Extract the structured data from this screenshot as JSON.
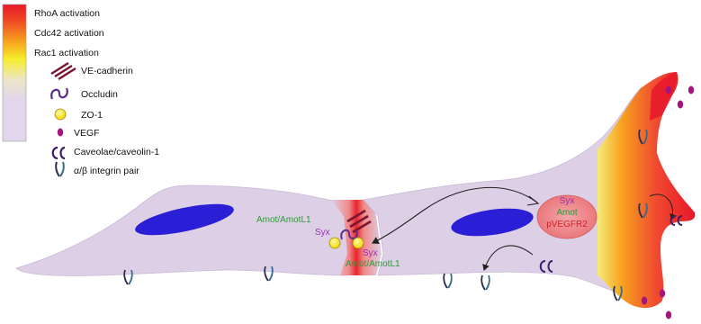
{
  "legend": {
    "gradient_items": [
      {
        "label": "RhoA activation"
      },
      {
        "label": "Cdc42 activation"
      },
      {
        "label": "Rac1 activation"
      }
    ],
    "items": [
      {
        "icon": "ve-cadherin-icon",
        "label": "VE-cadherin"
      },
      {
        "icon": "occludin-icon",
        "label": "Occludin"
      },
      {
        "icon": "zo-1-icon",
        "label": "ZO-1"
      },
      {
        "icon": "vegf-icon",
        "label": "VEGF"
      },
      {
        "icon": "caveolae-icon",
        "label": "Caveolae/caveolin-1"
      },
      {
        "icon": "integrin-icon",
        "label": "α/β integrin pair"
      }
    ]
  },
  "junction_labels": {
    "upper": "Amot/AmotL1",
    "upper_syx": "Syx",
    "lower_syx": "Syx",
    "lower": "Amot/AmotL1"
  },
  "complex": {
    "syx": "Syx",
    "amot": "Amot",
    "pvegfr2": "pVEGFR2"
  },
  "colors": {
    "cell_body": "#ddd0e6",
    "nucleus": "#2a1fd6",
    "rhoa": "#e8182a",
    "cdc42": "#f7a21e",
    "rac1": "#f6ee2c",
    "neutral": "#e2d6ec",
    "syx_text": "#9b2fb3",
    "amot_text": "#2e9a3a",
    "pvegfr2_text": "#d0202a",
    "ve_cadherin": "#7a1430",
    "occludin": "#5a2e8a",
    "zo1": "#f4e01a",
    "vegf": "#a3167e",
    "caveolae": "#3e1b6e",
    "integrin": "#2b2f4a"
  }
}
